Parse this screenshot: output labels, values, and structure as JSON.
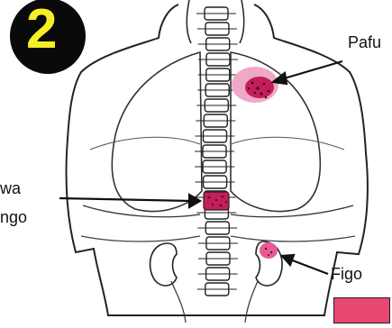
{
  "badge": {
    "number": "2"
  },
  "labels": {
    "lung": "Pafu",
    "spine_line1": "wa",
    "spine_line2": "ngo",
    "kidney": "Figo"
  },
  "colors": {
    "badge_fill": "#0a0a0a",
    "badge_number": "#f6ee28",
    "lesion_spot": "#c21f5a",
    "lesion_halo": "#f0a8c8",
    "legend_swatch": "#e8476f",
    "outline": "#222222"
  }
}
